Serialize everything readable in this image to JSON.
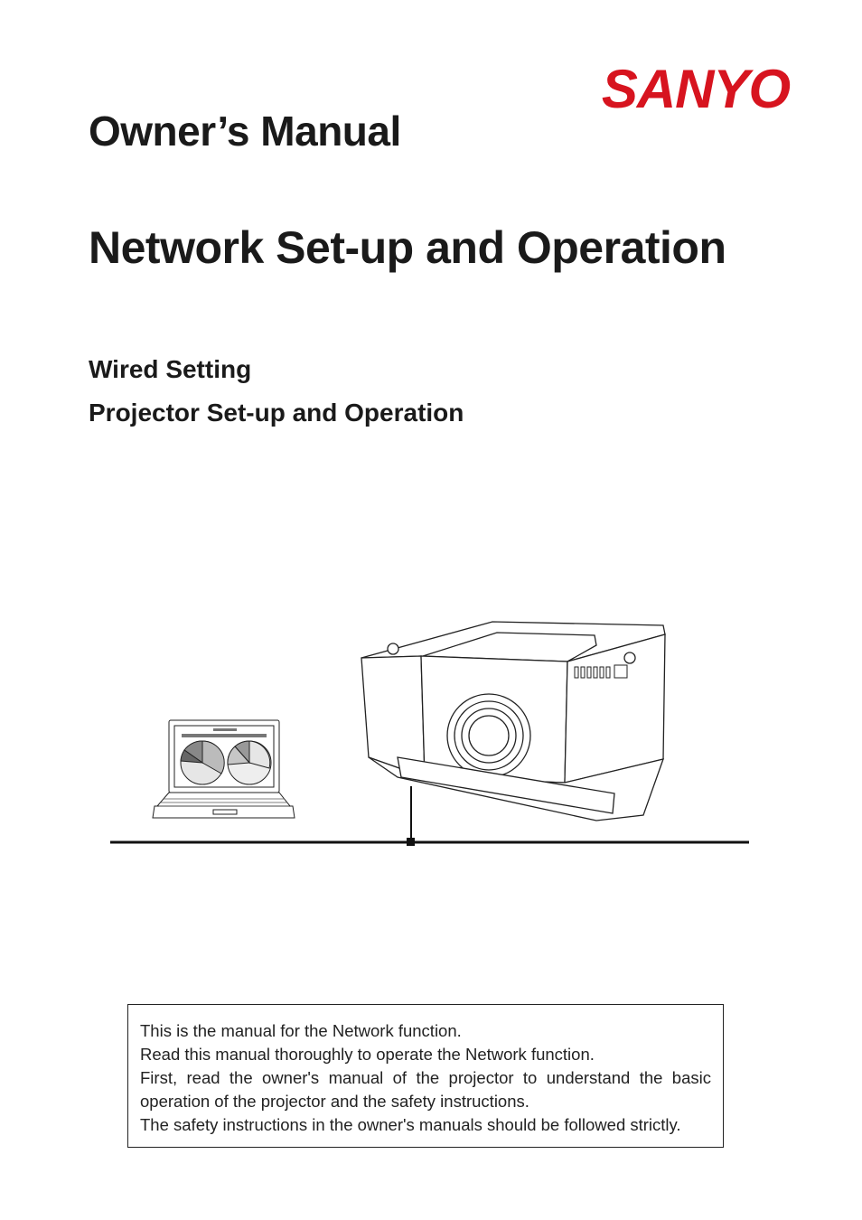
{
  "brand": {
    "logo_text": "SANYO",
    "color": "#d7141f"
  },
  "header": {
    "title": "Owner’s Manual",
    "subtitle": "Network Set-up and Operation"
  },
  "sections": [
    "Wired Setting",
    "Projector Set-up and Operation"
  ],
  "illustration": {
    "icons": [
      "laptop-icon",
      "projector-icon",
      "network-cable-icon"
    ]
  },
  "notice": {
    "lines": [
      "This is the manual for the Network function.",
      "Read this manual thoroughly to operate the Network function.",
      "First, read the owner's manual of the projector to understand the basic operation of the projector and the safety instructions.",
      "The safety instructions in the owner's manuals should be followed strictly."
    ]
  }
}
